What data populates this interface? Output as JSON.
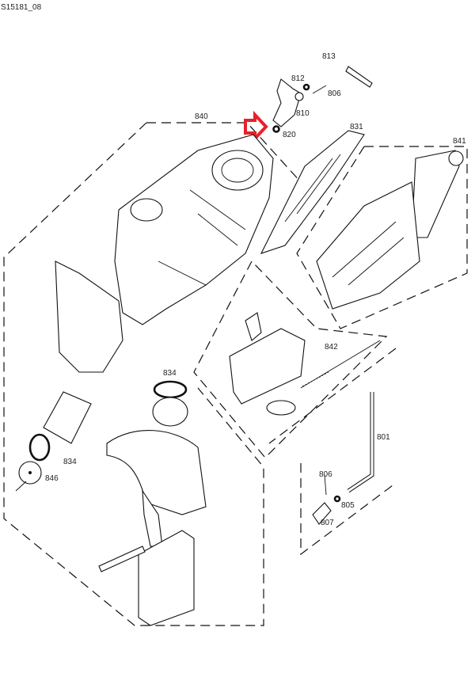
{
  "diagram_id": "S15181_08",
  "highlight_color": "#e8202a",
  "labels": {
    "p813": "813",
    "p812": "812",
    "p806a": "806",
    "p810": "810",
    "p840": "840",
    "p820": "820",
    "p831": "831",
    "p841": "841",
    "p842": "842",
    "p834a": "834",
    "p834b": "834",
    "p846": "846",
    "p801": "801",
    "p806b": "806",
    "p805": "805",
    "p807": "807"
  }
}
